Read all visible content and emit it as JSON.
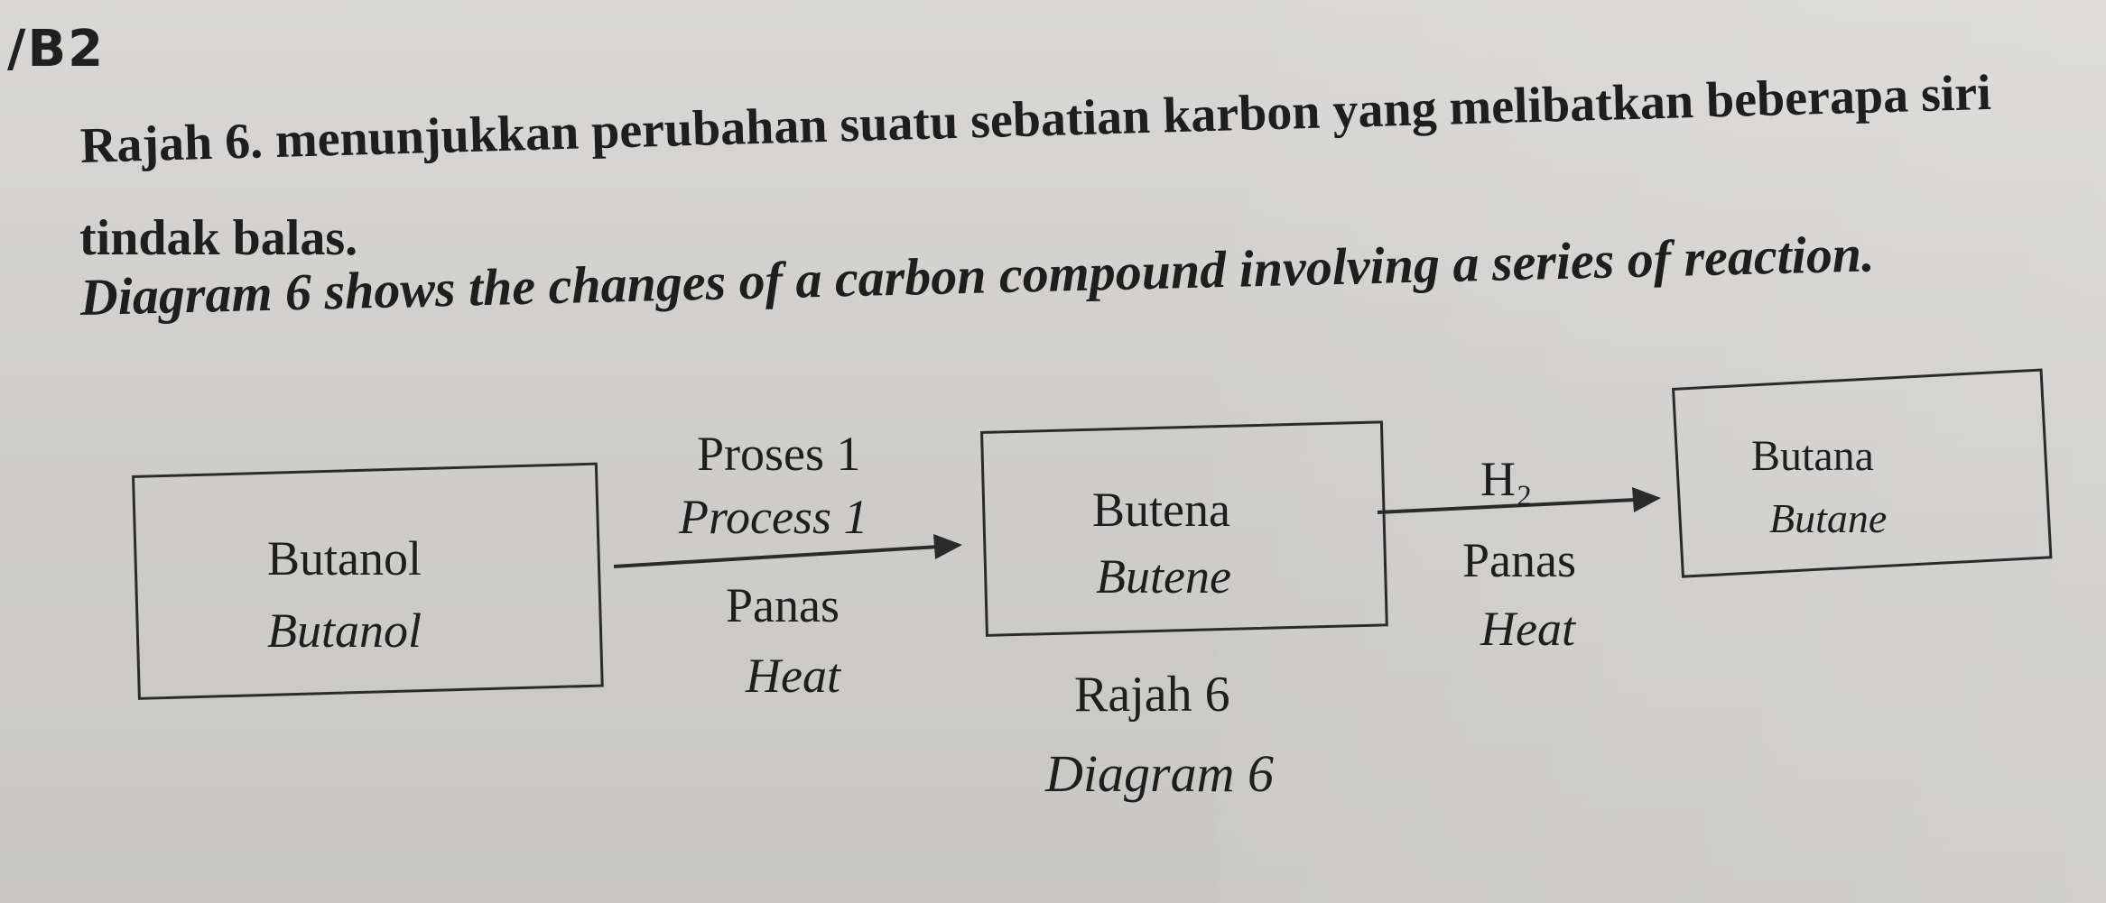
{
  "header": {
    "handwritten_label": "/B2"
  },
  "question": {
    "malay_line1": "Rajah 6. menunjukkan perubahan suatu sebatian karbon yang melibatkan beberapa siri",
    "malay_line2": "tindak balas.",
    "english": "Diagram 6 shows the changes of a carbon compound involving a series of reaction."
  },
  "diagram": {
    "start": {
      "malay": "Butanol",
      "english": "Butanol"
    },
    "step1": {
      "process_malay": "Proses 1",
      "process_english": "Process 1",
      "condition_malay": "Panas",
      "condition_english": "Heat"
    },
    "middle": {
      "malay": "Butena",
      "english": "Butene"
    },
    "step2": {
      "reagent": "H₂",
      "condition_malay": "Panas",
      "condition_english": "Heat"
    },
    "end": {
      "malay": "Butana",
      "english": "Butane"
    },
    "caption_malay": "Rajah 6",
    "caption_english": "Diagram 6"
  }
}
